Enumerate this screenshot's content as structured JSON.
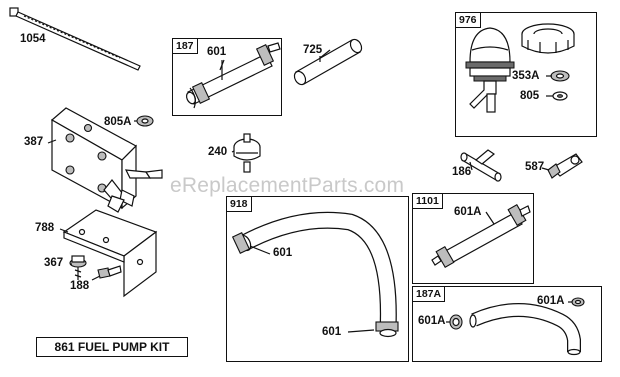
{
  "watermark": "eReplacementParts.com",
  "kit_title": "861 FUEL PUMP KIT",
  "group_tags": {
    "g187": "187",
    "g976": "976",
    "g918": "918",
    "g1101": "1101",
    "g187A": "187A"
  },
  "part_labels": {
    "p1054": "1054",
    "p601_187": "601",
    "p725": "725",
    "p353A": "353A",
    "p805": "805",
    "p805A": "805A",
    "p387": "387",
    "p240": "240",
    "p186": "186",
    "p587": "587",
    "p601_918a": "601",
    "p601_918b": "601",
    "p601A_1101": "601A",
    "p788": "788",
    "p367": "367",
    "p188": "188",
    "p601A_187A_right": "601A",
    "p601A_187A_left": "601A"
  }
}
